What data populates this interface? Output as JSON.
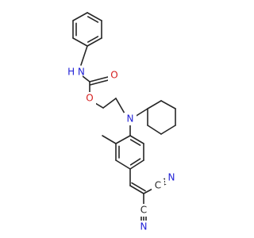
{
  "diagram": {
    "type": "chemical-structure",
    "colors": {
      "bond": "#262626",
      "carbon": "#262626",
      "nitrogen": "#1f1fd6",
      "oxygen": "#d62020",
      "background": "#ffffff"
    },
    "atom_labels": {
      "nh": "H N",
      "carbonyl_oxygen": "O",
      "ester_oxygen": "O",
      "amine_nitrogen": "N",
      "nitrile_nitrogen_1": "N",
      "nitrile_nitrogen_2": "N",
      "nitrile_carbon_1": "C",
      "nitrile_carbon_2": "C"
    }
  }
}
